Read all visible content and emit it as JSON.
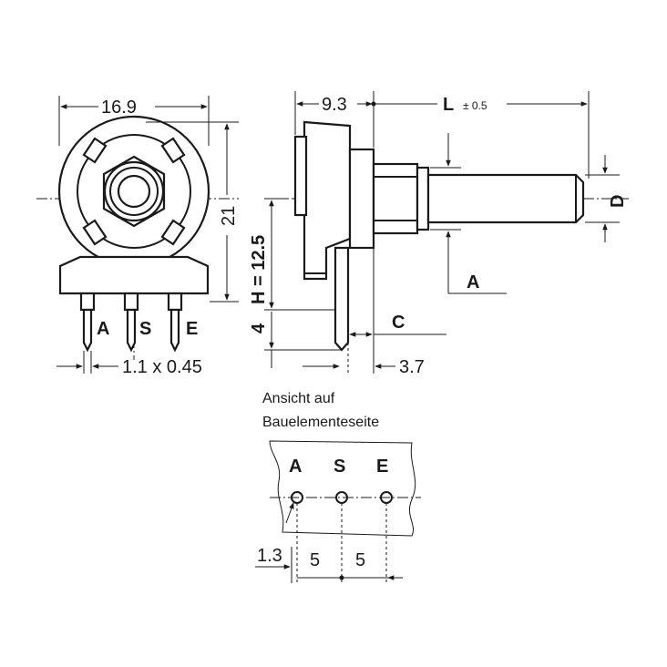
{
  "front_view": {
    "dim_width": "16.9",
    "dim_height": "21",
    "dim_pin": "1.1 x 0.45",
    "pins": [
      "A",
      "S",
      "E"
    ]
  },
  "side_view": {
    "dim_body_depth": "9.3",
    "dim_length": "L",
    "dim_length_tol": "± 0.5",
    "dim_H": "H = 12.5",
    "dim_pin_len": "4",
    "dim_C": "C",
    "dim_pin_offset": "3.7",
    "dim_D": "D",
    "dim_A": "A"
  },
  "footprint": {
    "caption_line1": "Ansicht auf",
    "caption_line2": "Bauelementeseite",
    "pins": [
      "A",
      "S",
      "E"
    ],
    "dim_offset": "1.3",
    "dim_pitch_1": "5",
    "dim_pitch_2": "5"
  }
}
